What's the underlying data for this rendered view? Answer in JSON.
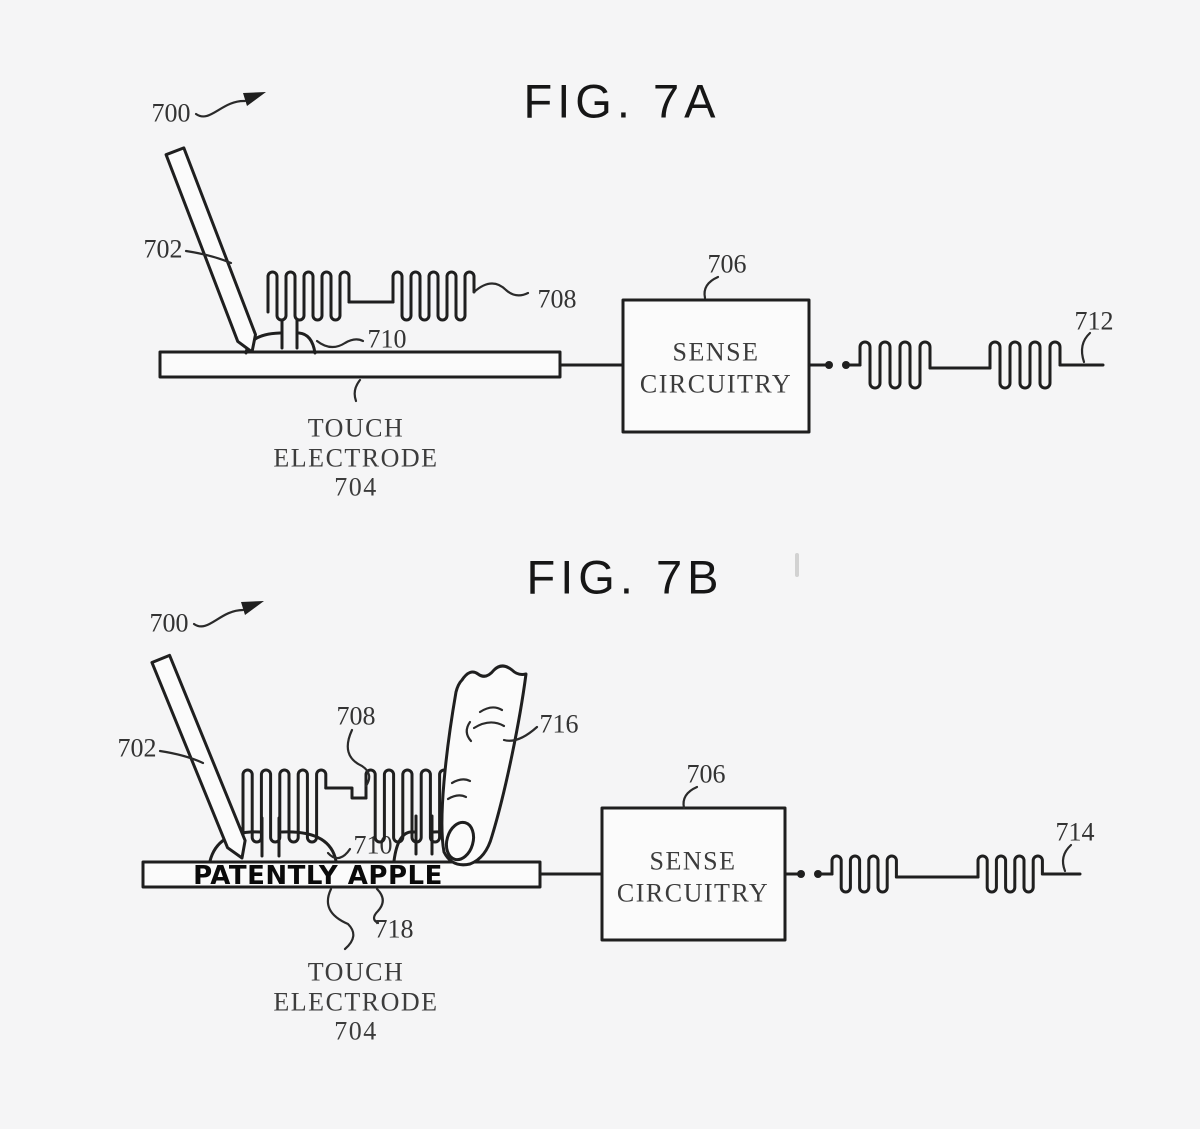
{
  "colors": {
    "background": "#f5f5f6",
    "line": "#1f1f1f"
  },
  "figure_a": {
    "title": "FIG. 7A",
    "ref_700": "700",
    "ref_702": "702",
    "ref_706": "706",
    "ref_708": "708",
    "ref_710": "710",
    "ref_712": "712",
    "sense_line1": "SENSE",
    "sense_line2": "CIRCUITRY",
    "electrode_line1": "TOUCH",
    "electrode_line2": "ELECTRODE",
    "electrode_ref": "704"
  },
  "figure_b": {
    "title": "FIG. 7B",
    "ref_700": "700",
    "ref_702": "702",
    "ref_706": "706",
    "ref_708": "708",
    "ref_710": "710",
    "ref_714": "714",
    "ref_716": "716",
    "ref_718": "718",
    "sense_line1": "SENSE",
    "sense_line2": "CIRCUITRY",
    "electrode_line1": "TOUCH",
    "electrode_line2": "ELECTRODE",
    "electrode_ref": "704",
    "watermark": "PATENTLY APPLE"
  }
}
